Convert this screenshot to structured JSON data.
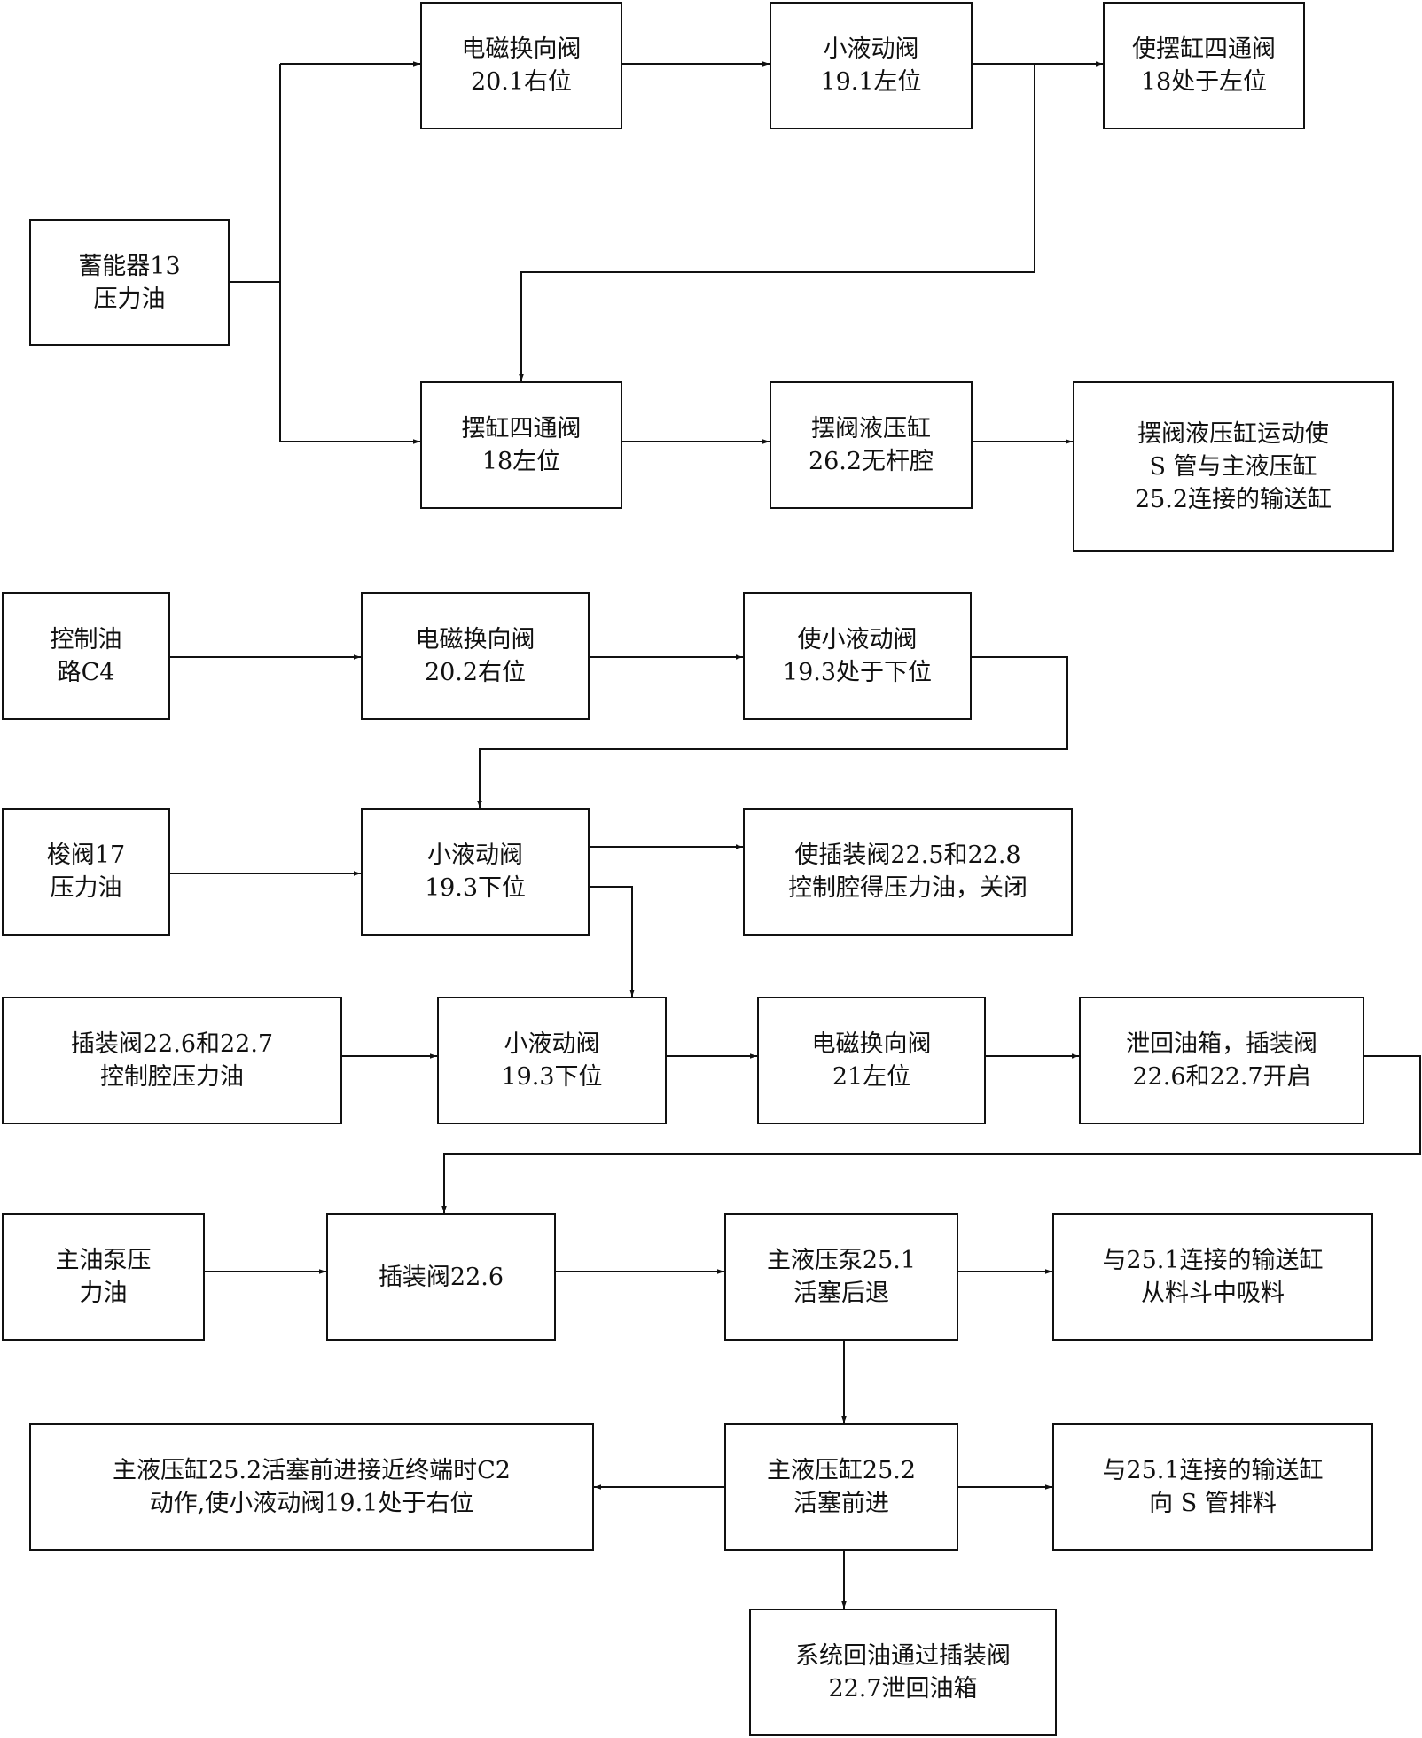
{
  "nodes": {
    "accumulator": [
      "蓄能器13",
      "压力油"
    ],
    "sol_valve_201": [
      "电磁换向阀",
      "20.1右位"
    ],
    "small_valve_191_left": [
      "小液动阀",
      "19.1左位"
    ],
    "swing_valve_left_result": [
      "使摆缸四通阀",
      "18处于左位"
    ],
    "swing_valve_18": [
      "摆缸四通阀",
      "18左位"
    ],
    "swing_cylinder": [
      "摆阀液压缸",
      "26.2无杆腔"
    ],
    "swing_result": [
      "摆阀液压缸运动使",
      "S 管与主液压缸",
      "25.2连接的输送缸"
    ],
    "control_circuit_c4": [
      "控制油",
      "路C4"
    ],
    "sol_valve_202": [
      "电磁换向阀",
      "20.2右位"
    ],
    "small_valve_193_down_result": [
      "使小液动阀",
      "19.3处于下位"
    ],
    "shuttle_valve_17": [
      "梭阀17",
      "压力油"
    ],
    "small_valve_193_a": [
      "小液动阀",
      "19.3下位"
    ],
    "cartridge_225_228": [
      "使插装阀22.5和22.8",
      "控制腔得压力油，关闭"
    ],
    "cartridge_226_227_ctrl": [
      "插装阀22.6和22.7",
      "控制腔压力油"
    ],
    "small_valve_193_b": [
      "小液动阀",
      "19.3下位"
    ],
    "sol_valve_21": [
      "电磁换向阀",
      "21左位"
    ],
    "drain_open": [
      "泄回油箱，插装阀",
      "22.6和22.7开启"
    ],
    "main_pump_oil": [
      "主油泵压",
      "力油"
    ],
    "cartridge_226": [
      "插装阀22.6"
    ],
    "main_pump_251": [
      "主液压泵25.1",
      "活塞后退"
    ],
    "suction": [
      "与25.1连接的输送缸",
      "从料斗中吸料"
    ],
    "c2_action": [
      "主液压缸25.2活塞前进接近终端时C2",
      "动作,使小液动阀19.1处于右位"
    ],
    "main_cyl_252": [
      "主液压缸25.2",
      "活塞前进"
    ],
    "discharge": [
      "与25.1连接的输送缸",
      "向 S 管排料"
    ],
    "return_oil": [
      "系统回油通过插装阀",
      "22.7泄回油箱"
    ]
  }
}
